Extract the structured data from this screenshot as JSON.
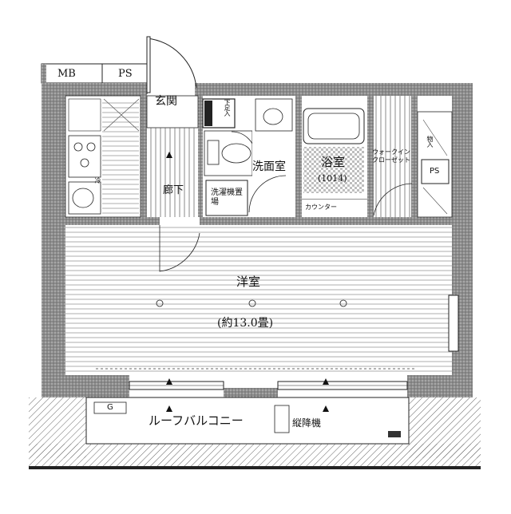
{
  "labels": {
    "mb": "MB",
    "ps_top": "PS",
    "entrance": "玄関",
    "shoe_box": "下足入",
    "washroom": "洗面室",
    "bathroom": "浴室",
    "bath_size": "(1014)",
    "walk_in_closet": "ウォークインクローゼット",
    "ps_right": "PS",
    "hallway": "廊下",
    "washing_machine": "洗濯機置場",
    "counter": "カウンター",
    "western_room": "洋室",
    "room_size": "(約13.0畳)",
    "roof_balcony": "ルーフバルコニー",
    "evacuation_ladder": "縦降機",
    "gas": "G",
    "storage": "物入",
    "refrigerator": "冷"
  },
  "colors": {
    "wall": "#7a7a7a",
    "wall_hatch": "#9a9a9a",
    "line": "#222222",
    "floor_line": "#555555",
    "tile": "#333333"
  }
}
